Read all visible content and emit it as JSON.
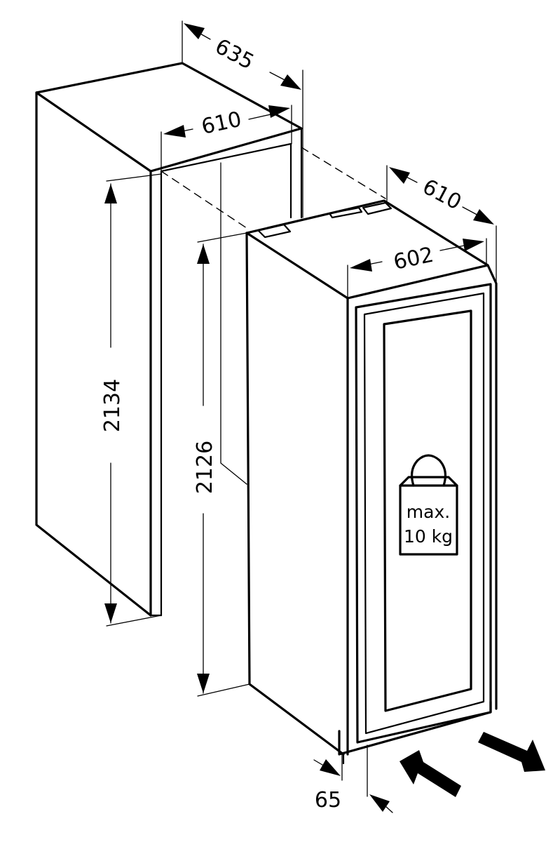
{
  "dimensions": {
    "niche_depth": "635",
    "niche_width": "610",
    "niche_height": "2134",
    "appliance_depth": "610",
    "appliance_width": "602",
    "appliance_height": "2126",
    "door_offset": "65"
  },
  "weight_label": {
    "line1": "max.",
    "line2": "10 kg"
  },
  "colors": {
    "line": "#000000",
    "background": "#ffffff"
  },
  "icons": [
    "weight-icon",
    "airflow-in-arrow",
    "airflow-out-arrow"
  ]
}
